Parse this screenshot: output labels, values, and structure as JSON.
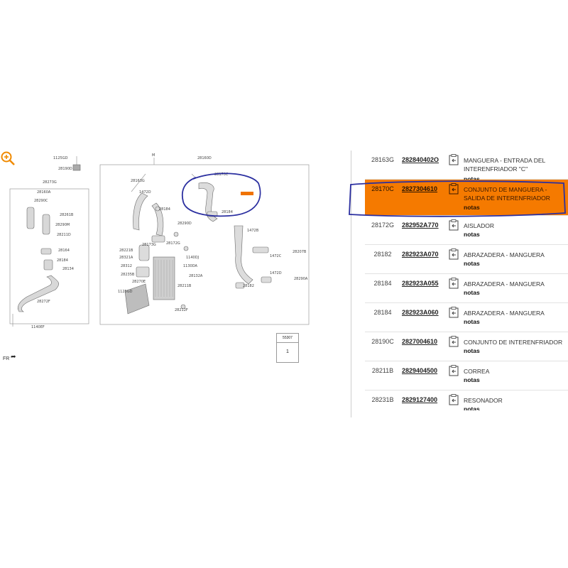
{
  "diagram": {
    "fr_label": "FR",
    "callouts": [
      "1125GD",
      "28190D",
      "M",
      "28160D",
      "28273G",
      "28160A",
      "28290C",
      "28261B",
      "28290M",
      "28211D",
      "28164",
      "28163G",
      "28184",
      "28173G",
      "28170C",
      "28221B",
      "28184",
      "28290D",
      "1472D",
      "28321A",
      "28312",
      "1140DJ",
      "1125GD",
      "28235B",
      "28270E",
      "28211B",
      "1130DA",
      "28172G",
      "28132A",
      "28184",
      "28134",
      "1140EF",
      "28272F",
      "28212F",
      "55307",
      "1",
      "28182",
      "1472B",
      "1472C",
      "28207B",
      "1472D",
      "28290A"
    ],
    "legend_header": "55307",
    "legend_value": "1"
  },
  "parts": [
    {
      "code": "28163G",
      "pn": "282840402O",
      "desc": "MANGUERA - ENTRADA DEL INTERENFRIADOR \"C\"",
      "notes": "notas",
      "selected": false
    },
    {
      "code": "28170C",
      "pn": "2827304610",
      "desc": "CONJUNTO DE MANGUERA - SALIDA DE INTERENFRIADOR",
      "notes": "notas",
      "selected": true
    },
    {
      "code": "28172G",
      "pn": "282952A770",
      "desc": "AISLADOR",
      "notes": "notas",
      "selected": false
    },
    {
      "code": "28182",
      "pn": "282923A070",
      "desc": "ABRAZADERA - MANGUERA",
      "notes": "notas",
      "selected": false
    },
    {
      "code": "28184",
      "pn": "282923A055",
      "desc": "ABRAZADERA - MANGUERA",
      "notes": "notas",
      "selected": false
    },
    {
      "code": "28184",
      "pn": "282923A060",
      "desc": "ABRAZADERA - MANGUERA",
      "notes": "notas",
      "selected": false
    },
    {
      "code": "28190C",
      "pn": "2827004610",
      "desc": "CONJUNTO DE INTERENFRIADOR",
      "notes": "notas",
      "selected": false
    },
    {
      "code": "28211B",
      "pn": "2829404500",
      "desc": "CORREA",
      "notes": "notas",
      "selected": false
    },
    {
      "code": "28231B",
      "pn": "2829127400",
      "desc": "RESONADOR",
      "notes": "notas",
      "selected": false
    }
  ],
  "colors": {
    "highlight": "#f57a00",
    "circle": "#2b2fa0",
    "zoom": "#f08a00"
  },
  "icons": {
    "zoom": "zoom-in-icon",
    "cart": "clipboard-cart-icon",
    "arrow": "fr-arrow-icon"
  }
}
